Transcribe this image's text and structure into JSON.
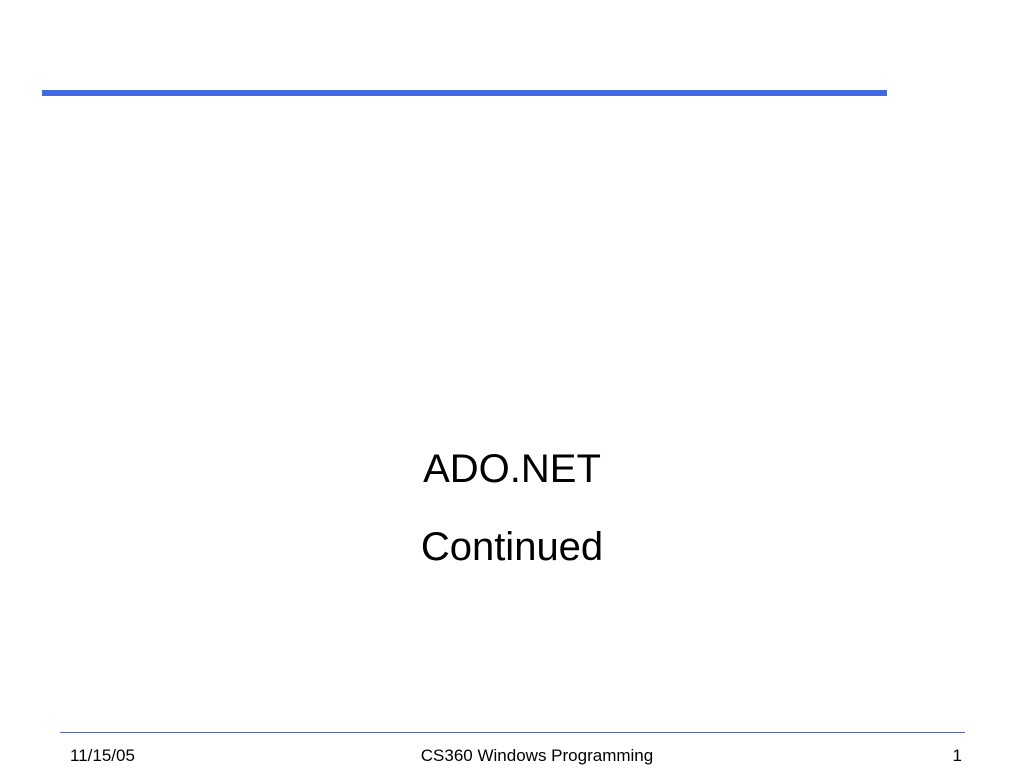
{
  "slide": {
    "title_line_1": "ADO.NET",
    "title_line_2": "Continued"
  },
  "footer": {
    "date": "11/15/05",
    "course": "CS360 Windows Programming",
    "page_number": "1"
  },
  "colors": {
    "accent": "#4169e1",
    "background": "#ffffff",
    "text": "#000000"
  }
}
